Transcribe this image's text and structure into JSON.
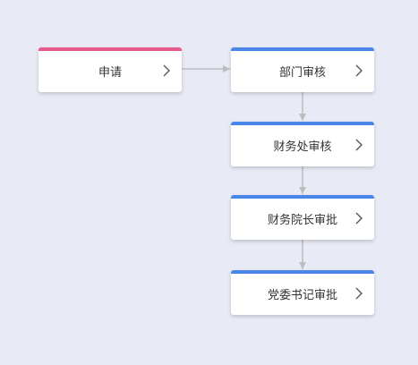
{
  "flow": {
    "nodes": [
      {
        "id": "apply",
        "label": "申请"
      },
      {
        "id": "dept-review",
        "label": "部门审核"
      },
      {
        "id": "finance-office-review",
        "label": "财务处审核"
      },
      {
        "id": "finance-dean-approval",
        "label": "财务院长审批"
      },
      {
        "id": "party-secretary-approval",
        "label": "党委书记审批"
      }
    ],
    "colors": {
      "background": "#e8eaf6",
      "start_accent": "#e8598c",
      "step_accent": "#4a86e8",
      "connector": "#bdbdbd",
      "chevron": "#555555"
    },
    "icons": {
      "chevron": "chevron-right-icon",
      "connector_arrow": "arrow-head-icon"
    }
  }
}
